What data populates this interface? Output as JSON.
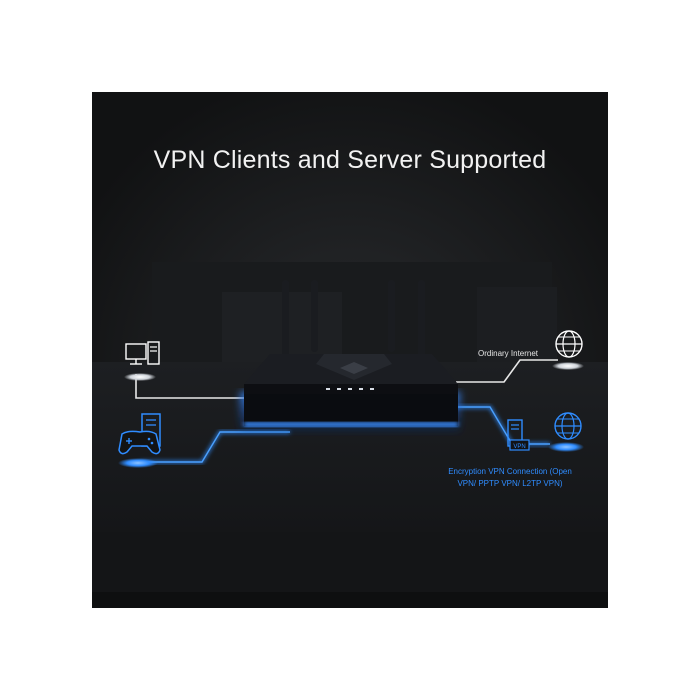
{
  "title": "VPN Clients and Server Supported",
  "labels": {
    "ordinary_internet": "Ordinary Internet",
    "encryption_line1": "Encryption VPN Connection (Open",
    "encryption_line2": "VPN/ PPTP VPN/ L2TP VPN)",
    "vpn_badge": "VPN"
  },
  "colors": {
    "panel_bg": "#121314",
    "wire_white": "#e8e8e8",
    "wire_blue": "#2f8cff",
    "text_white": "#f2f2f2"
  },
  "icons": [
    "desktop-computer-icon",
    "game-controller-icon",
    "globe-icon",
    "vpn-server-icon",
    "router"
  ]
}
